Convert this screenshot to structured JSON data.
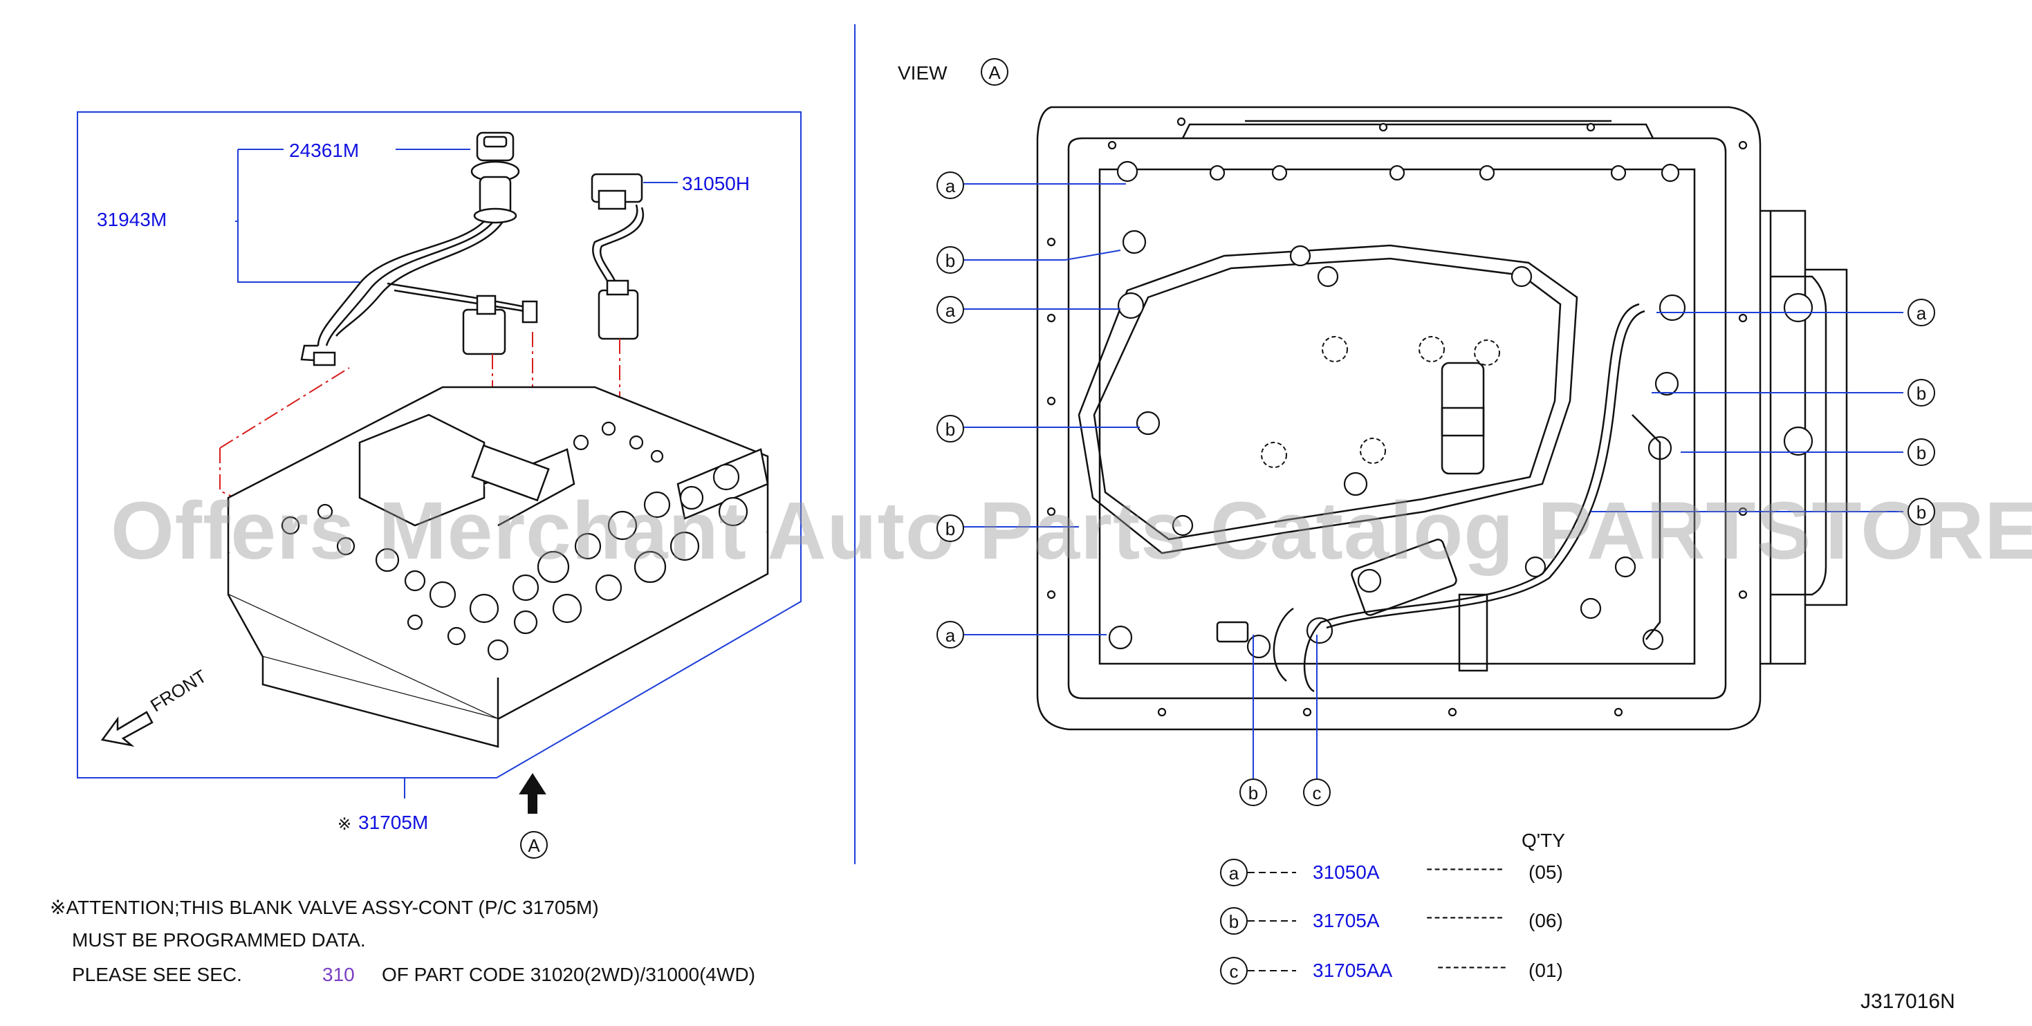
{
  "left_panel": {
    "labels": {
      "p24361m": "24361M",
      "p31943m": "31943M",
      "p31050h": "31050H",
      "p31705m": "31705M",
      "p31705m_mark": "※",
      "front": "FRONT",
      "view_a_marker": "A"
    }
  },
  "right_panel": {
    "view_label": "VIEW",
    "view_letter": "A",
    "callouts": {
      "left_1": "a",
      "left_2": "b",
      "left_3": "a",
      "left_4": "b",
      "left_5": "b",
      "left_6": "a",
      "right_1": "a",
      "right_2": "b",
      "right_3": "b",
      "right_4": "b",
      "bottom_1": "b",
      "bottom_2": "c"
    }
  },
  "parts_table": {
    "qty_header": "Q'TY",
    "rows": [
      {
        "key": "a",
        "part": "31050A",
        "dashes1": "--------",
        "dashes2": "----------",
        "qty": "(05)"
      },
      {
        "key": "b",
        "part": "31705A",
        "dashes1": "--------",
        "dashes2": "----------",
        "qty": "(06)"
      },
      {
        "key": "c",
        "part": "31705AA",
        "dashes1": "--------",
        "dashes2": "---------",
        "qty": "(01)"
      }
    ]
  },
  "attention_note": {
    "line1": "※ATTENTION;THIS  BLANK  VALVE  ASSY-CONT  (P/C  31705M)",
    "line2": "MUST  BE  PROGRAMMED  DATA.",
    "line3_a": "PLEASE  SEE  SEC.",
    "line3_link": "310",
    "line3_b": "OF  PART  CODE  31020(2WD)/31000(4WD)"
  },
  "diagram_code": "J317016N",
  "watermark": "Offers Merchant Auto Parts Catalog PARTSTORE.SA",
  "colors": {
    "link": "#1010e0",
    "leader": "#1d3fd8",
    "dash_red": "#d81e1e",
    "line": "#111111",
    "section_link": "#7a3fc4"
  }
}
